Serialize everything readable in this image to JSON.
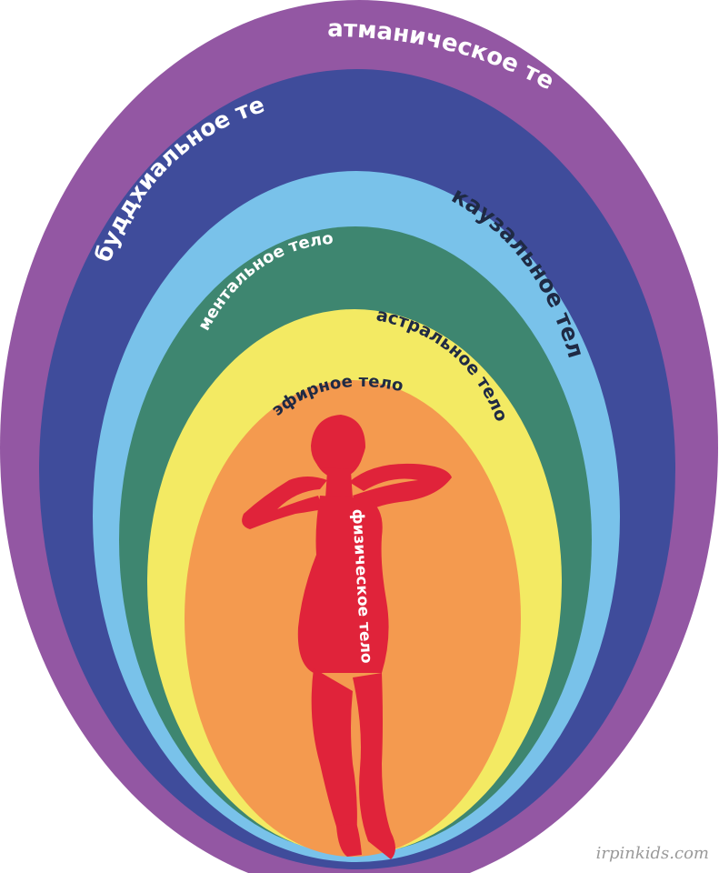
{
  "layers": [
    {
      "id": "atmanic",
      "label": "атманическое тело",
      "color": "#9357a3",
      "text_color": "#ffffff"
    },
    {
      "id": "buddhic",
      "label": "буддхиальное тело",
      "color": "#3f4c9b",
      "text_color": "#ffffff"
    },
    {
      "id": "causal",
      "label": "каузальное тело",
      "color": "#79c2ea",
      "text_color": "#1f2a44"
    },
    {
      "id": "mental",
      "label": "ментальное тело",
      "color": "#3e8670",
      "text_color": "#ffffff"
    },
    {
      "id": "astral",
      "label": "астральное тело",
      "color": "#f3ea63",
      "text_color": "#1f2a44"
    },
    {
      "id": "etheric",
      "label": "эфирное тело",
      "color": "#f49a4f",
      "text_color": "#1f2a44"
    }
  ],
  "figure": {
    "label": "физическое тело",
    "color": "#e0233a",
    "text_color": "#ffffff",
    "icon": "human-silhouette-icon"
  },
  "watermark": "irpinkids.com"
}
